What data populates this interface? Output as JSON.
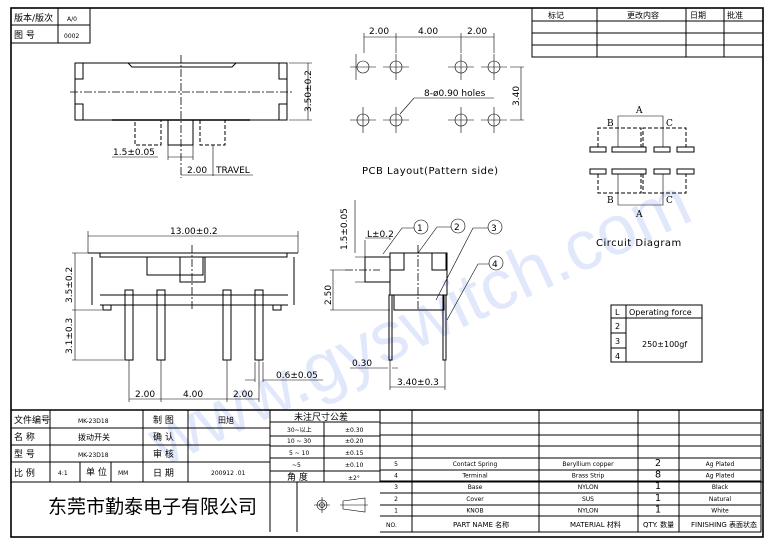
{
  "watermark": "www.gyswitch.com",
  "version_block": {
    "version_label": "版本/版次",
    "version_value": "A/0",
    "drawing_no_label": "图 号",
    "drawing_no_value": "0002"
  },
  "revision_table": {
    "headers": [
      "标记",
      "更改内容",
      "日期",
      "批准"
    ]
  },
  "top_view": {
    "height_dim": "3.50±0.2",
    "width_dim": "1.5±0.05",
    "travel_dim": "2.00",
    "travel_label": "TRAVEL"
  },
  "pcb_layout": {
    "dims": [
      "2.00",
      "4.00",
      "2.00"
    ],
    "row_dim": "3.40",
    "holes_note": "8-ø0.90 holes",
    "title": "PCB Layout(Pattern side)"
  },
  "circuit": {
    "labels": {
      "a": "A",
      "b": "B",
      "c": "C"
    },
    "title": "Circuit Diagram"
  },
  "front_view": {
    "length_dim": "13.00±0.2",
    "height_dim": "3.5±0.2",
    "pin_dim": "3.1±0.3",
    "pitch_dims": [
      "2.00",
      "4.00",
      "2.00"
    ],
    "pin_width_dim": "0.6±0.05"
  },
  "side_view": {
    "knob_dim": "1.5±0.05",
    "knob_len_dim": "L±0.2",
    "height_dim": "2.50",
    "thickness_dim": "0.30",
    "pin_span_dim": "3.40±0.3",
    "callouts": [
      "1",
      "2",
      "3",
      "4"
    ]
  },
  "operating_force": {
    "col_l": "L",
    "col_force": "Operating force",
    "rows": [
      "2",
      "3",
      "4"
    ],
    "value": "250±100gf"
  },
  "title_block": {
    "file_no_label": "文件编号",
    "file_no": "MK-23D18",
    "name_label": "名 称",
    "name": "拨动开关",
    "model_label": "型 号",
    "model": "MK-23D18",
    "scale_label": "比 例",
    "scale": "4:1",
    "unit_label": "单 位",
    "unit": "MM",
    "drawn_label": "制 图",
    "drawn_by": "田旭",
    "confirm_label": "确 认",
    "review_label": "审 核",
    "date_label": "日 期",
    "date": "200912 .01",
    "tolerance_title": "未注尺寸公差",
    "tolerances": [
      {
        "range": "30~以上",
        "tol": "±0.30"
      },
      {
        "range": "10 ~ 30",
        "tol": "±0.20"
      },
      {
        "range": "5 ~ 10",
        "tol": "±0.15"
      },
      {
        "range": "~5",
        "tol": "±0.10"
      }
    ],
    "angle_label": "角 度",
    "angle_tol": "±2°",
    "company": "东莞市勤泰电子有限公司"
  },
  "parts_table": {
    "rows": [
      {
        "no": "5",
        "part": "Contact Spring",
        "material": "Beryllium copper",
        "qty": "2",
        "finish": "Ag Plated"
      },
      {
        "no": "4",
        "part": "Terminal",
        "material": "Brass Strip",
        "qty": "8",
        "finish": "Ag Plated"
      },
      {
        "no": "3",
        "part": "Base",
        "material": "NYLON",
        "qty": "1",
        "finish": "Black"
      },
      {
        "no": "2",
        "part": "Cover",
        "material": "SUS",
        "qty": "1",
        "finish": "Natural"
      },
      {
        "no": "1",
        "part": "KNOB",
        "material": "NYLON",
        "qty": "1",
        "finish": "White"
      }
    ],
    "headers": {
      "no": "NO.",
      "part": "PART NAME 名称",
      "material": "MATERIAL 材料",
      "qty": "QTY. 数量",
      "finish": "FINISHING 表面状态"
    }
  }
}
